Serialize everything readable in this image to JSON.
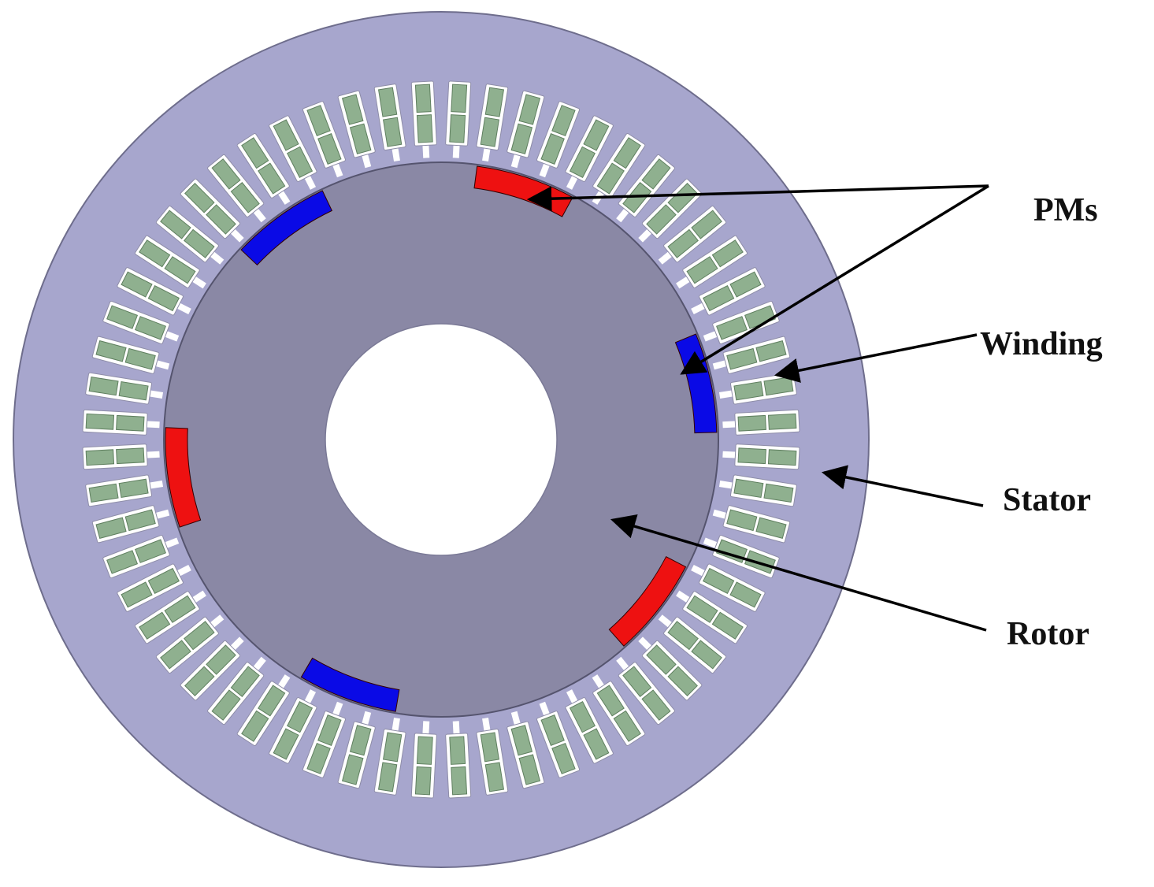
{
  "labels": {
    "pms": "PMs",
    "winding": "Winding",
    "stator": "Stator",
    "rotor": "Rotor"
  },
  "machine": {
    "slot_count": 60,
    "pm_count": 6,
    "pm_polarity_sequence": [
      "north",
      "south",
      "north",
      "south",
      "north",
      "south"
    ]
  },
  "colors": {
    "stator": "#a7a6cd",
    "rotor": "#8a88a5",
    "slot": "#ffffff",
    "coil": "#8fb08f",
    "coil_edge": "#5f7f5f",
    "pm_north": "#ee1111",
    "pm_south": "#0a0ae6",
    "arrow": "#000000",
    "outline": "#6e6d8c"
  },
  "icons": {
    "pointer": "arrow-icon"
  }
}
